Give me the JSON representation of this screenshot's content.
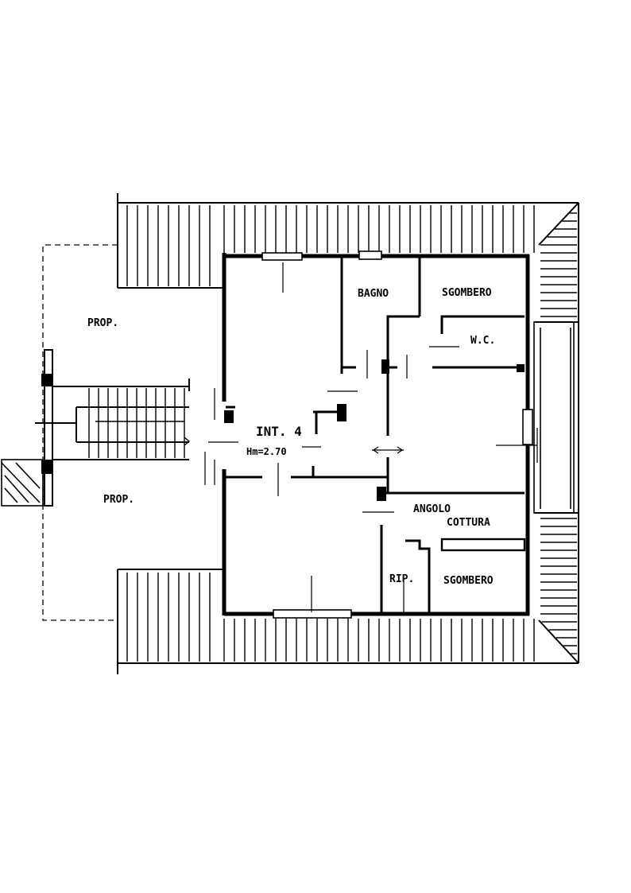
{
  "colors": {
    "ink": "#000000",
    "paper": "#ffffff"
  },
  "labels": {
    "prop_top": "PROP.",
    "prop_bottom": "PROP.",
    "bagno": "BAGNO",
    "sgombero_top": "SGOMBERO",
    "wc": "W.C.",
    "int": "INT. 4",
    "height": "Hm=2.70",
    "angolo": "ANGOLO",
    "cottura": "COTTURA",
    "rip": "RIP.",
    "sgombero_bottom": "SGOMBERO"
  }
}
